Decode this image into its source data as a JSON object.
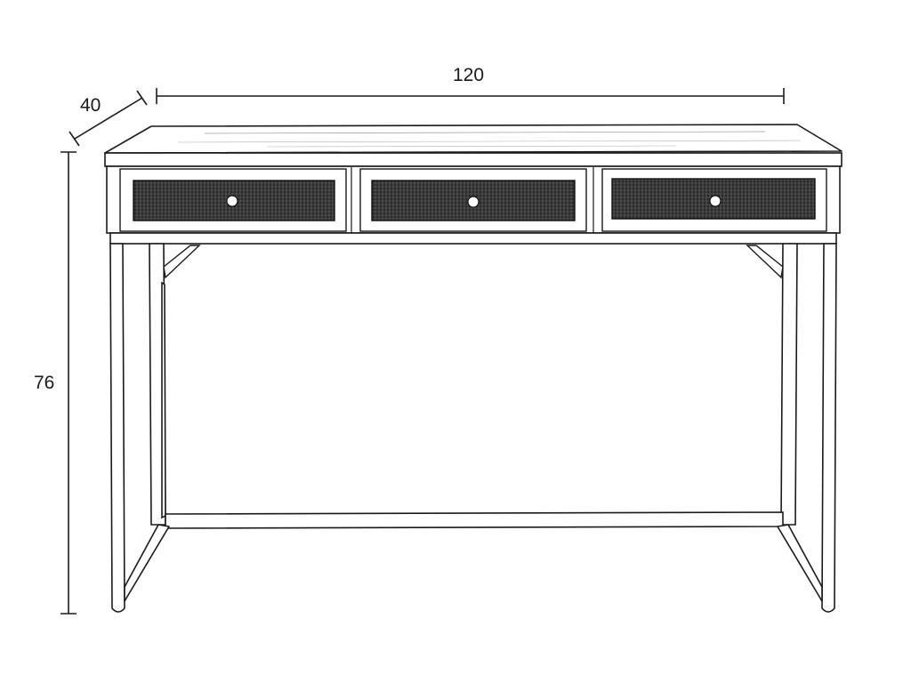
{
  "dimensions": {
    "width": "120",
    "depth": "40",
    "height": "76"
  },
  "drawing": {
    "line_color": "#1a1a1a",
    "panel_color": "#2b2b2b",
    "knob_color": "#ffffff",
    "drawers": [
      {
        "label": ""
      },
      {
        "label": ""
      },
      {
        "label": ""
      }
    ]
  }
}
